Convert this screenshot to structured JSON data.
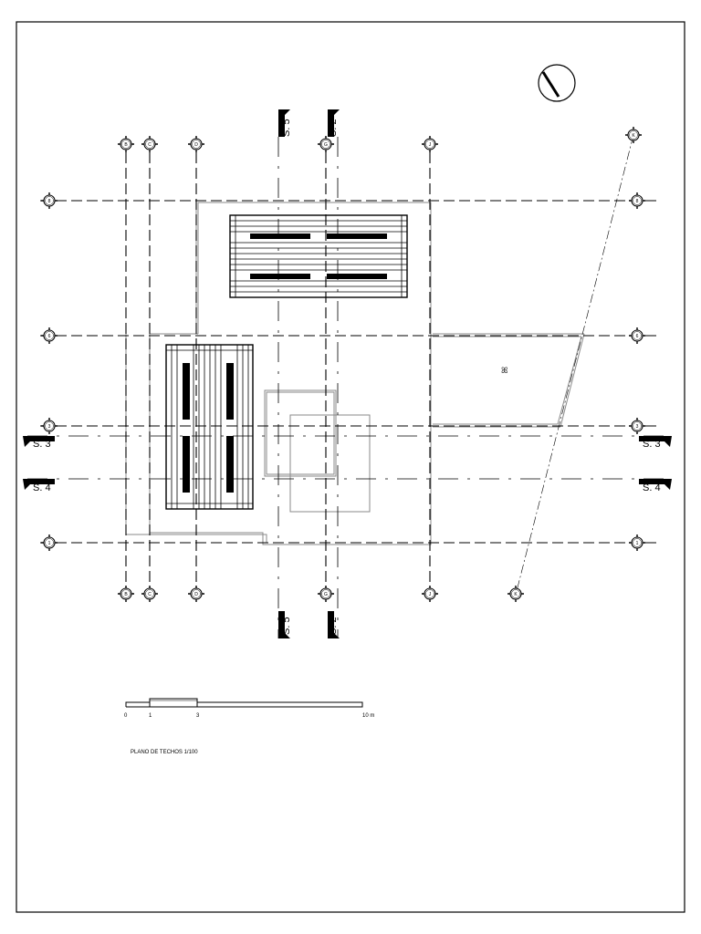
{
  "drawing": {
    "title": "PLANO DE TECHOS 1/100"
  },
  "grid": {
    "vertical": [
      {
        "id": "b",
        "label": "B"
      },
      {
        "id": "c",
        "label": "C"
      },
      {
        "id": "d",
        "label": "D"
      },
      {
        "id": "g",
        "label": "G"
      },
      {
        "id": "j",
        "label": "J"
      }
    ],
    "horizontal": [
      {
        "id": "8",
        "label": "8"
      },
      {
        "id": "6",
        "label": "6"
      },
      {
        "id": "3",
        "label": "3"
      },
      {
        "id": "1",
        "label": "1"
      }
    ],
    "diagonal": {
      "id": "k",
      "label": "K"
    }
  },
  "sections": {
    "s5": "S. 5",
    "s2": "S. 2",
    "s3": "S. 3",
    "s4": "S. 4"
  },
  "scale_bar": {
    "labels": [
      "0",
      "1",
      "3",
      "10 m"
    ]
  },
  "colors": {
    "ink": "#000000",
    "secondary": "#8a8a8a"
  }
}
